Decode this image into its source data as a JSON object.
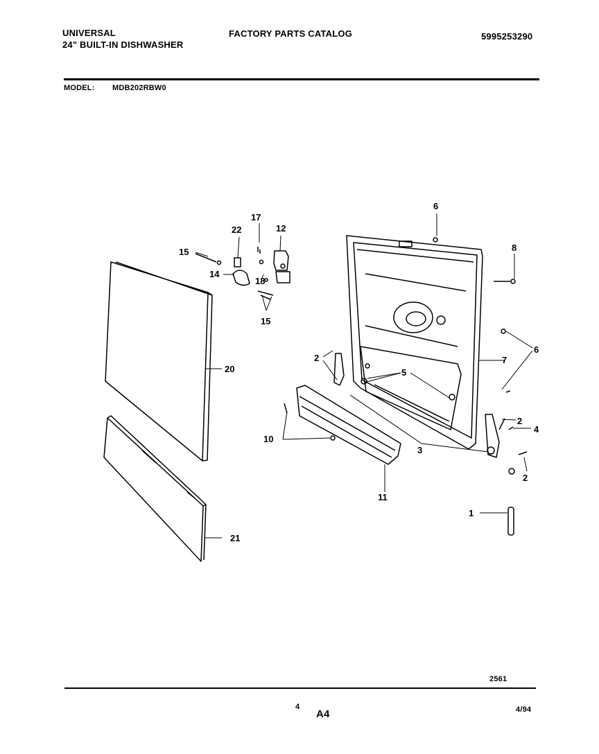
{
  "header": {
    "brand": "UNIVERSAL",
    "product": "24\" BUILT-IN DISHWASHER",
    "catalog_title": "FACTORY PARTS CATALOG",
    "catalog_number": "5995253290",
    "model_label": "MODEL:",
    "model_number": "MDB202RBW0"
  },
  "callouts": [
    "1",
    "2",
    "2",
    "2",
    "3",
    "4",
    "5",
    "6",
    "6",
    "7",
    "8",
    "10",
    "11",
    "12",
    "14",
    "15",
    "15",
    "17",
    "18",
    "20",
    "21",
    "22"
  ],
  "footer": {
    "drawing_number": "2561",
    "page_number": "4",
    "section": "A4",
    "date": "4/94"
  }
}
